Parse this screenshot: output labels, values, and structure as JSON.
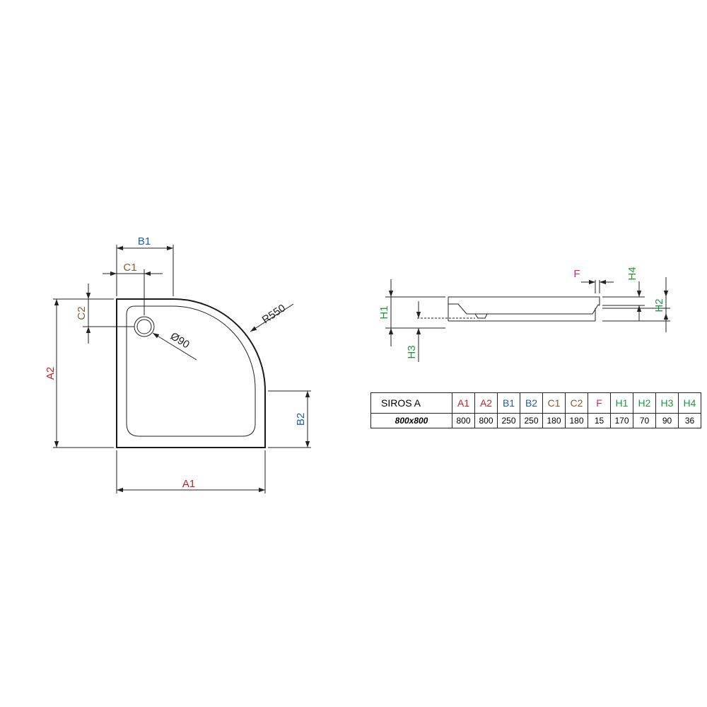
{
  "plan_view": {
    "labels": {
      "a1": "A1",
      "a2": "A2",
      "b1": "B1",
      "b2": "B2",
      "c1": "C1",
      "c2": "C2",
      "radius": "R550",
      "drain": "Ø90"
    }
  },
  "section_view": {
    "labels": {
      "f": "F",
      "h1": "H1",
      "h2": "H2",
      "h3": "H3",
      "h4": "H4"
    }
  },
  "spec_table": {
    "model": "SIROS A",
    "size": "800x800",
    "columns": [
      {
        "label": "A1",
        "value": "800",
        "color": "#c0202a"
      },
      {
        "label": "A2",
        "value": "800",
        "color": "#c0202a"
      },
      {
        "label": "B1",
        "value": "250",
        "color": "#1f5fa8"
      },
      {
        "label": "B2",
        "value": "250",
        "color": "#1f5fa8"
      },
      {
        "label": "C1",
        "value": "180",
        "color": "#8a5a2b"
      },
      {
        "label": "C2",
        "value": "180",
        "color": "#8a5a2b"
      },
      {
        "label": "F",
        "value": "15",
        "color": "#d0287a"
      },
      {
        "label": "H1",
        "value": "170",
        "color": "#1e9a3c"
      },
      {
        "label": "H2",
        "value": "70",
        "color": "#1e9a3c"
      },
      {
        "label": "H3",
        "value": "90",
        "color": "#1e9a3c"
      },
      {
        "label": "H4",
        "value": "36",
        "color": "#1e9a3c"
      }
    ]
  },
  "colors": {
    "a": "#c0202a",
    "b": "#1f5fa8",
    "c": "#8a5a2b",
    "f": "#d0287a",
    "h": "#1e9a3c",
    "line": "#222222"
  }
}
